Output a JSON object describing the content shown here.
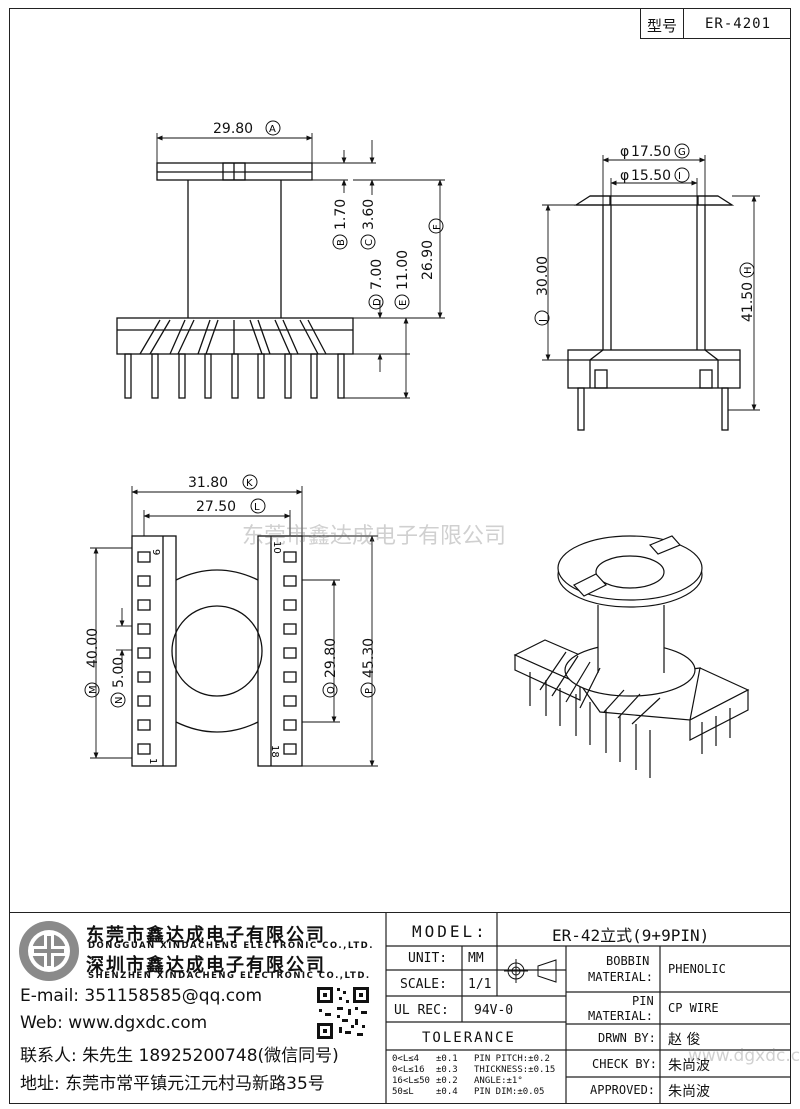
{
  "header": {
    "type_label": "型号",
    "model_code": "ER-4201"
  },
  "watermark": {
    "text": "东莞市鑫达成电子有限公司",
    "site": "www.dgxdc.com"
  },
  "views": {
    "front_side": {
      "dims": [
        {
          "value": "29.80",
          "tag": "A"
        },
        {
          "value": "1.70",
          "tag": "B"
        },
        {
          "value": "3.60",
          "tag": "C"
        },
        {
          "value": "7.00",
          "tag": "D"
        },
        {
          "value": "11.00",
          "tag": "E"
        },
        {
          "value": "26.90",
          "tag": "F"
        }
      ]
    },
    "right_side": {
      "dims": [
        {
          "value": "17.50",
          "prefix": "φ",
          "tag": "G"
        },
        {
          "value": "15.50",
          "prefix": "φ",
          "tag": "I"
        },
        {
          "value": "30.00",
          "tag": "J"
        },
        {
          "value": "41.50",
          "tag": "H"
        }
      ]
    },
    "top": {
      "dims": [
        {
          "value": "31.80",
          "tag": "K"
        },
        {
          "value": "27.50",
          "tag": "L"
        },
        {
          "value": "40.00",
          "tag": "M"
        },
        {
          "value": "5.00",
          "tag": "N"
        },
        {
          "value": "29.80",
          "tag": "O"
        },
        {
          "value": "45.30",
          "tag": "P"
        }
      ],
      "pin_labels": [
        "9",
        "10",
        "1",
        "18"
      ]
    }
  },
  "company": {
    "name_cn_1": "东莞市鑫达成电子有限公司",
    "name_en_1": "DONGGUAN XINDACHENG ELECTRONIC CO.,LTD.",
    "name_cn_2": "深圳市鑫达成电子有限公司",
    "name_en_2": "SHENZHEN XINDACHENG ELECTRONIC CO.,LTD.",
    "email": "E-mail: 351158585@qq.com",
    "web": "Web: www.dgxdc.com",
    "contact": "联系人: 朱先生 18925200748(微信同号)",
    "address": "地址: 东莞市常平镇元江元村马新路35号"
  },
  "title_block": {
    "model_label": "MODEL:",
    "model_value": "ER-42立式(9+9PIN)",
    "unit_label": "UNIT:",
    "unit_value": "MM",
    "scale_label": "SCALE:",
    "scale_value": "1/1",
    "ulrec_label": "UL REC:",
    "ulrec_value": "94V-0",
    "tolerance_label": "TOLERANCE",
    "tolerances": [
      {
        "range": "0<L≤4",
        "tol": "±0.1",
        "item": "PIN PITCH:±0.2"
      },
      {
        "range": "0<L≤16",
        "tol": "±0.3",
        "item": "THICKNESS:±0.15"
      },
      {
        "range": "16<L≤50",
        "tol": "±0.2",
        "item": "ANGLE:±1°"
      },
      {
        "range": "50≤L",
        "tol": "±0.4",
        "item": "PIN DIM:±0.05"
      }
    ],
    "bobbin_label_1": "BOBBIN",
    "bobbin_label_2": "MATERIAL:",
    "bobbin_value": "PHENOLIC",
    "pin_label_1": "PIN",
    "pin_label_2": "MATERIAL:",
    "pin_value": "CP WIRE",
    "drwn_label": "DRWN BY:",
    "drwn_value": "赵 俊",
    "check_label": "CHECK BY:",
    "check_value": "朱尚波",
    "approved_label": "APPROVED:",
    "approved_value": "朱尚波"
  }
}
